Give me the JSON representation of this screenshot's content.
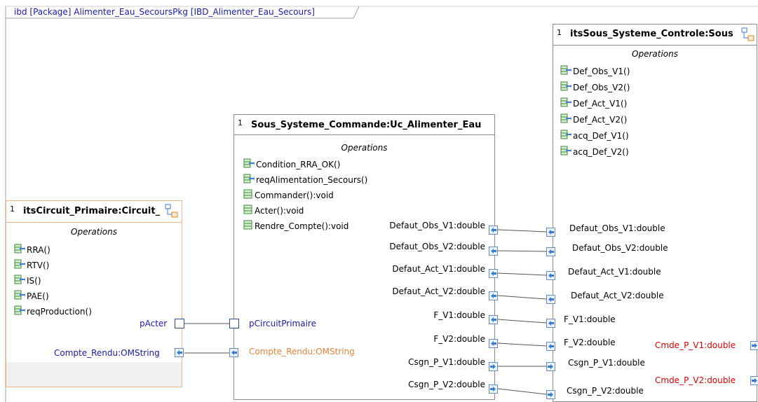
{
  "frame": {
    "title": "ibd [Package] Alimenter_Eau_SecoursPkg [IBD_Alimenter_Eau_Secours]"
  },
  "colors": {
    "frame_text": "#1a1aa6",
    "primary_border": "#f0b48a",
    "orange_text": "#e8833a",
    "red_text": "#e00000",
    "port_arrow": "#3a7bd5"
  },
  "blocks": {
    "primaire": {
      "multiplicity": "1",
      "name": "itsCircuit_Primaire:Circuit_",
      "section": "Operations",
      "operations": [
        "RRA()",
        "RTV()",
        "IS()",
        "PAE()",
        "reqProduction()"
      ],
      "ports": {
        "pActer": "pActer",
        "compte_rendu": "Compte_Rendu:OMString"
      }
    },
    "commande": {
      "multiplicity": "1",
      "name": "Sous_Systeme_Commande:Uc_Alimenter_Eau",
      "section": "Operations",
      "operations": [
        "Condition_RRA_OK()",
        "reqAlimentation_Secours()",
        "Commander():void",
        "Acter():void",
        "Rendre_Compte():void"
      ],
      "ports_left": {
        "pCircuitPrimaire": "pCircuitPrimaire",
        "compte_rendu": "Compte_Rendu:OMString"
      },
      "ports_right": [
        "Defaut_Obs_V1:double",
        "Defaut_Obs_V2:double",
        "Defaut_Act_V1:double",
        "Defaut_Act_V2:double",
        "F_V1:double",
        "F_V2:double",
        "Csgn_P_V1:double",
        "Csgn_P_V2:double"
      ]
    },
    "controle": {
      "multiplicity": "1",
      "name": "itsSous_Systeme_Controle:Sous",
      "section": "Operations",
      "operations": [
        "Def_Obs_V1()",
        "Def_Obs_V2()",
        "Def_Act_V1()",
        "Def_Act_V2()",
        "acq_Def_V1()",
        "acq_Def_V2()"
      ],
      "ports_left": [
        "Defaut_Obs_V1:double",
        "Defaut_Obs_V2:double",
        "Defaut_Act_V1:double",
        "Defaut_Act_V2:double",
        "F_V1:double",
        "F_V2:double",
        "Csgn_P_V1:double",
        "Csgn_P_V2:double"
      ],
      "ports_right": [
        "Cmde_P_V1:double",
        "Cmde_P_V2:double"
      ]
    }
  }
}
